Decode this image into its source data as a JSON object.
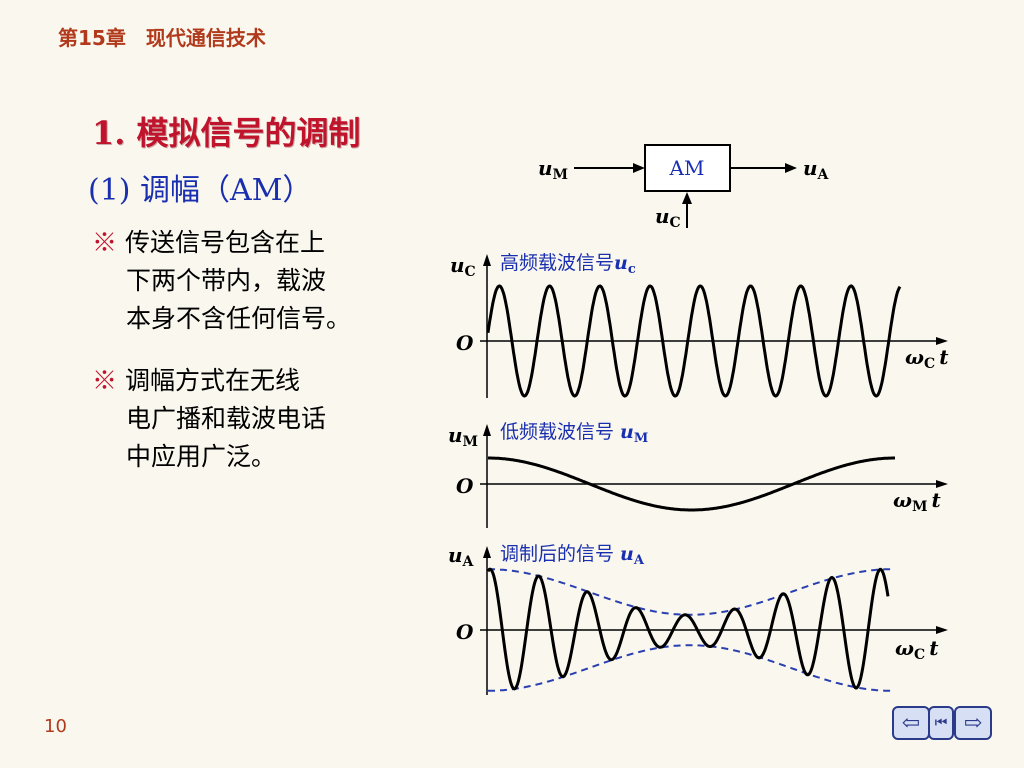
{
  "header": {
    "title": "第15章　现代通信技术"
  },
  "heading": "1. 模拟信号的调制",
  "subheading": "(1) 调幅（AM）",
  "bullets": [
    {
      "mark": "※",
      "lines": [
        "传送信号包含在上",
        "下两个带内，载波",
        "本身不含任何信号。"
      ]
    },
    {
      "mark": "※",
      "lines": [
        "调幅方式在无线",
        "电广播和载波电话",
        "中应用广泛。"
      ]
    }
  ],
  "block_diagram": {
    "block_label": "AM",
    "input_label": "u",
    "input_sub": "M",
    "output_label": "u",
    "output_sub": "A",
    "carrier_label": "u",
    "carrier_sub": "C"
  },
  "plots": [
    {
      "axis_label": "u",
      "axis_sub": "C",
      "title": "高频载波信号",
      "title_var": "u",
      "title_sub": "c",
      "origin": "O",
      "x_label_w": "ω",
      "x_label_sub": "C",
      "x_label_t": "t",
      "cycles": 8.2,
      "amplitude": 1.0
    },
    {
      "axis_label": "u",
      "axis_sub": "M",
      "title": "低频载波信号 ",
      "title_var": "u",
      "title_sub": "M",
      "origin": "O",
      "x_label_w": "ω",
      "x_label_sub": "M",
      "x_label_t": "t",
      "cycles": 1.0,
      "amplitude": 1.0
    },
    {
      "axis_label": "u",
      "axis_sub": "A",
      "title": "调制后的信号 ",
      "title_var": "u",
      "title_sub": "A",
      "origin": "O",
      "x_label_w": "ω",
      "x_label_sub": "C",
      "x_label_t": "t",
      "cycles": 8.2,
      "modulation_depth": 0.6
    }
  ],
  "page_number": "10",
  "nav": {
    "prev": "⇦",
    "home": "⏮",
    "next": "⇨"
  },
  "colors": {
    "header": "#b23a1c",
    "heading": "#c0132c",
    "subheading": "#1a2fb0",
    "plot_title": "#1a2fb0",
    "envelope": "#2a3fb0"
  }
}
